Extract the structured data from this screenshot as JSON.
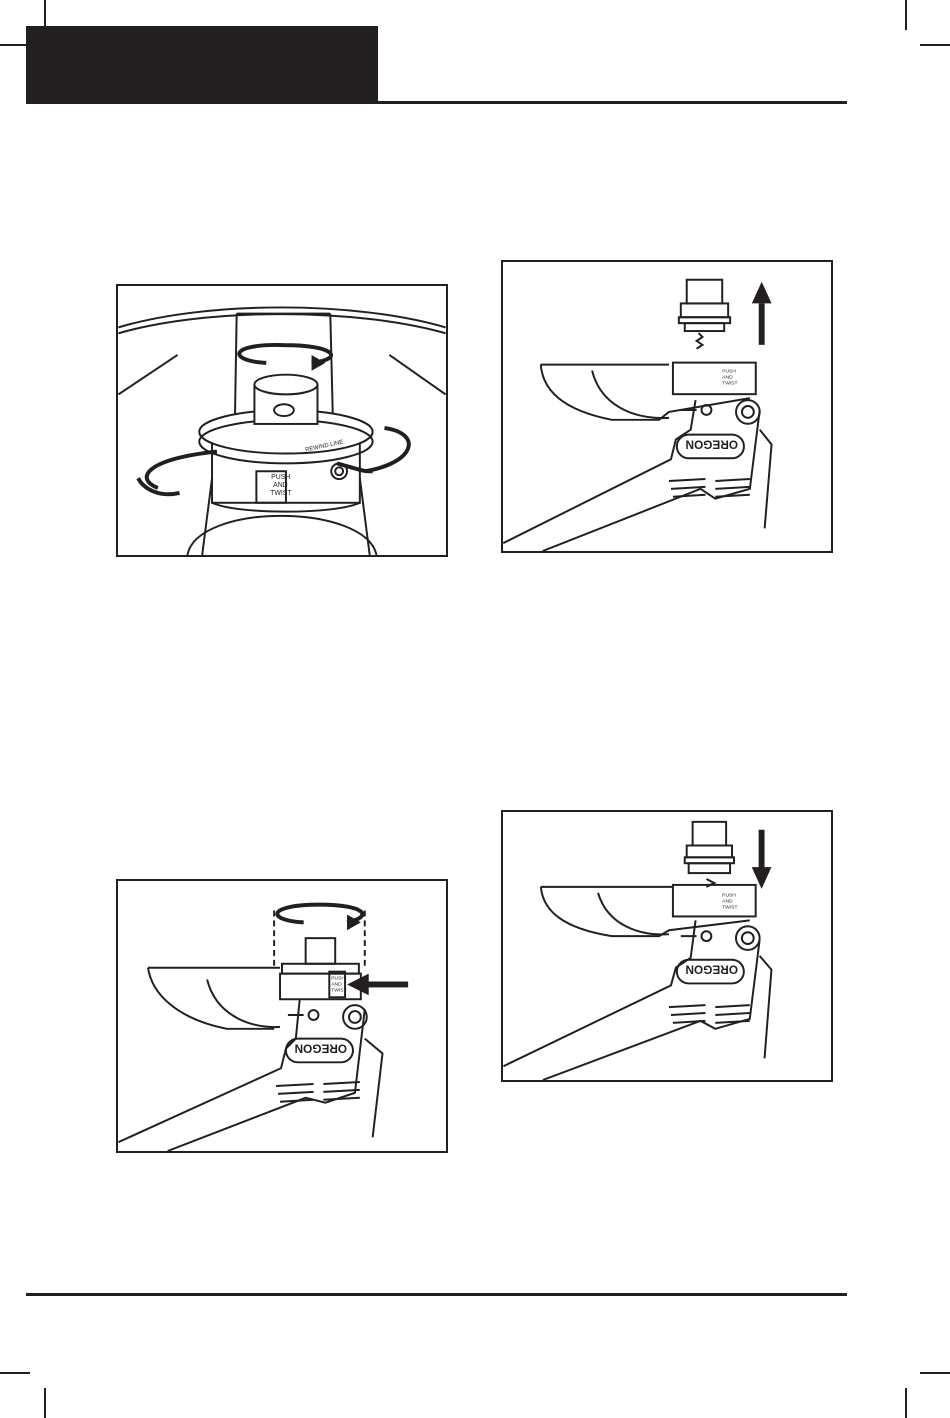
{
  "figures": {
    "spool_rotation": {
      "cap_text": "PUSH AND TWIST",
      "cap_text_lines": [
        "PUSH",
        "AND",
        "TWIST"
      ],
      "ring_text": "REWIND LINE",
      "arrow_icon": "curved-rotation-arrow-icon"
    },
    "knob_removal": {
      "brand": "OREGON",
      "label_lines": [
        "PUSH",
        "AND",
        "TWIST"
      ],
      "arrow_icon": "arrow-up-icon"
    },
    "knob_turn": {
      "brand": "OREGON",
      "label_lines": [
        "PUSH",
        "AND",
        "TWIST"
      ],
      "arrow_icon": "arrow-left-icon"
    },
    "knob_install": {
      "brand": "OREGON",
      "label_lines": [
        "PUSH",
        "AND",
        "TWIST"
      ],
      "arrow_icon": "arrow-down-icon"
    }
  },
  "colors": {
    "ink": "#231f20",
    "paper": "#ffffff"
  }
}
